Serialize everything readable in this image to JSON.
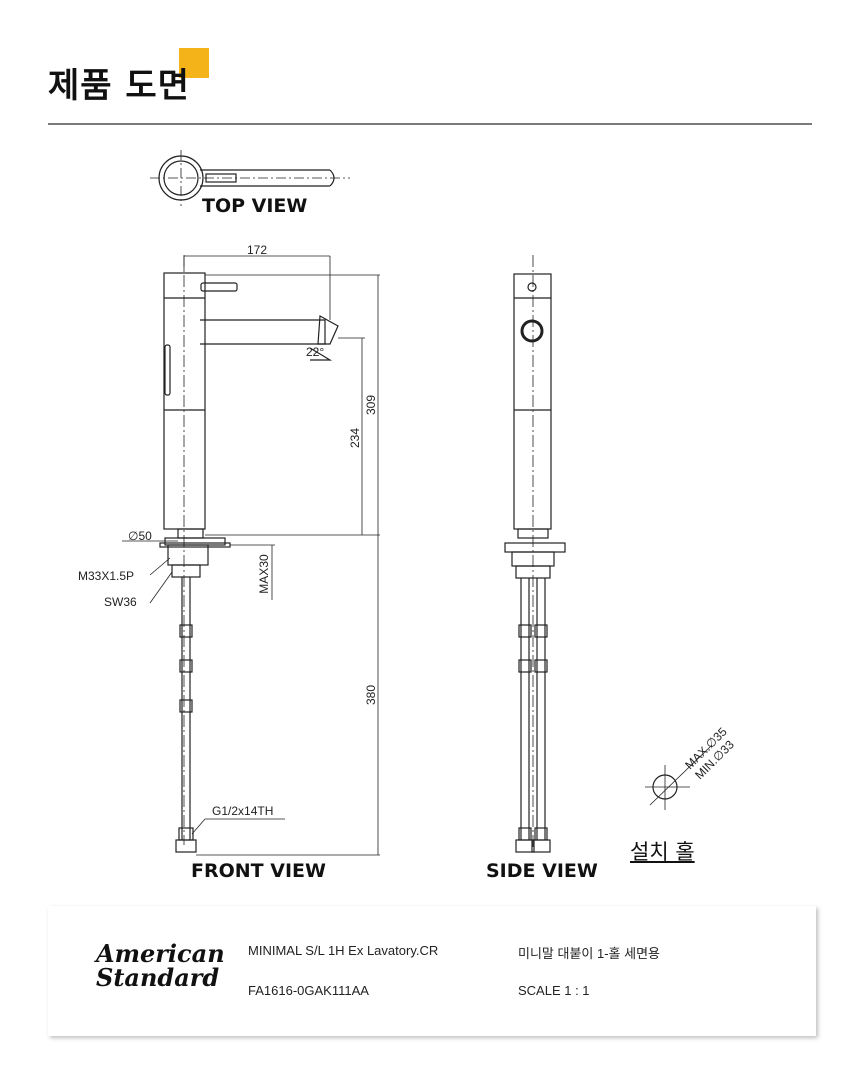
{
  "page": {
    "title": "제품 도면",
    "accent_color": "#f5b31a",
    "rule_color": "#7a7a7a"
  },
  "drawing": {
    "top_view_label": "TOP VIEW",
    "front_view_label": "FRONT VIEW",
    "side_view_label": "SIDE VIEW",
    "installation_hole_label": "설치 홀",
    "dimensions": {
      "width_172": "172",
      "height_309": "309",
      "height_234": "234",
      "angle_22": "22°",
      "dia_50": "∅50",
      "thread_m33": "M33X1.5P",
      "sw36": "SW36",
      "max30": "MAX30",
      "hose_380": "380",
      "g12": "G1/2x14TH",
      "hole_max": "MAX.∅35",
      "hole_min": "MIN.∅33"
    }
  },
  "footer": {
    "brand_line1": "American",
    "brand_line2": "Standard",
    "product_name_en": "MINIMAL S/L 1H Ex Lavatory.CR",
    "product_name_kr": "미니말 대붙이 1-홀 세면용",
    "model_code": "FA1616-0GAK111AA",
    "scale": "SCALE  1 : 1"
  }
}
